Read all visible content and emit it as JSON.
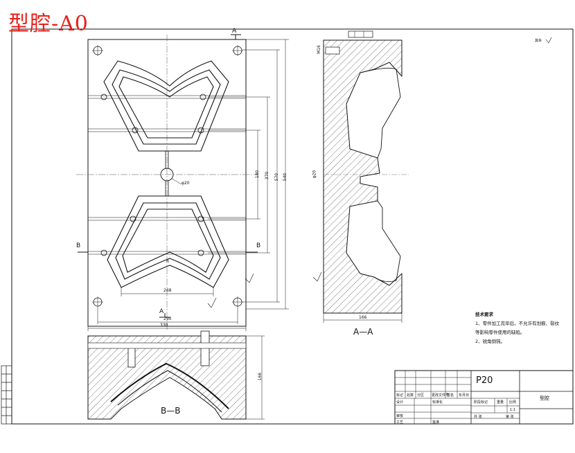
{
  "title": "型腔-A0",
  "dimensions": {
    "d180": "180",
    "d370": "370",
    "d570": "570",
    "d540": "540",
    "d268": "268",
    "d290": "290",
    "d330": "330",
    "d166_bottom": "166",
    "d166_right": "166",
    "phi20": "φ20",
    "phi20_section": "φ20",
    "m16": "M16",
    "r": "R"
  },
  "section_marks": {
    "a_top": "A",
    "a_bottom": "A",
    "b_left": "B",
    "b_right": "B"
  },
  "section_labels": {
    "aa": "A—A",
    "bb": "B—B"
  },
  "roughness_corner": "其余",
  "technical_requirements": {
    "heading": "技术要求",
    "item1_line1": "1、零件加工完毕后，不允许有划痕、裂纹",
    "item1_line2": "等影响零件使用的缺陷。",
    "item2": "2、锐角倒钝。"
  },
  "title_block": {
    "material": "P20",
    "part_name": "型腔",
    "mark": "标记",
    "count": "处数",
    "zone": "分区",
    "change_doc": "更改文件号",
    "sign": "签名",
    "date": "年月日",
    "designer": "设计",
    "standardize": "标准化",
    "stage_mark": "阶段标记",
    "weight": "重量",
    "scale": "比例",
    "scale_value": "1:1",
    "review": "审核",
    "process": "工艺",
    "approve": "批准",
    "total": "共 张",
    "sheet": "第 张"
  }
}
